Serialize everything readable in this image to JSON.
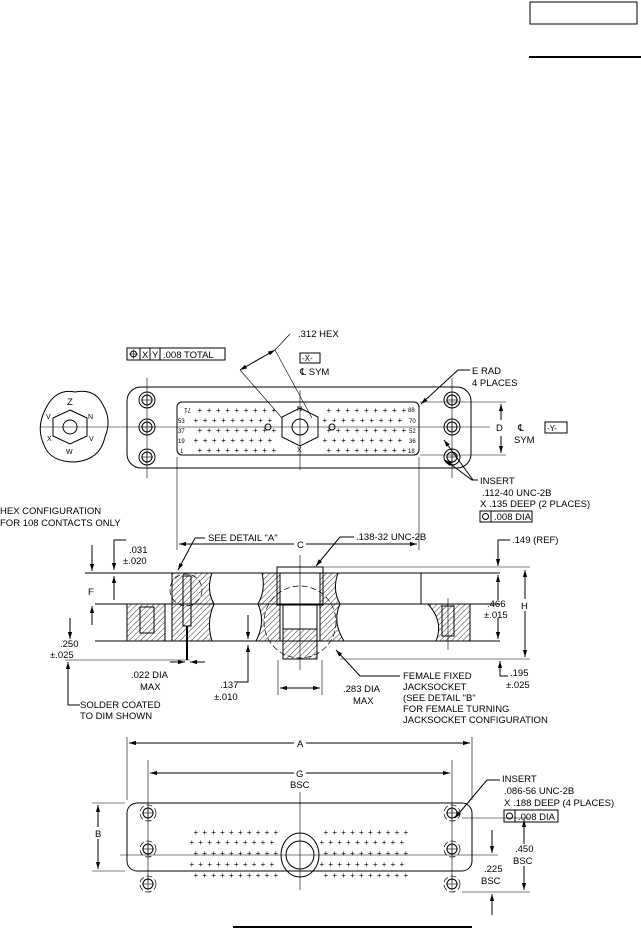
{
  "top_view": {
    "hex_label": ".312 HEX",
    "tolerance_frame": [
      "X",
      "Y",
      ".008  TOTAL"
    ],
    "datum_x": "-X-",
    "cl_sym_x": "℄ SYM",
    "e_rad": "E  RAD",
    "e_rad_places": "4 PLACES",
    "dim_c": "C",
    "dim_d": "D",
    "cl_sym_y": "℄",
    "sym_y": "SYM",
    "datum_y": "-Y-",
    "insert_label": "INSERT",
    "insert_thread": ".112-40 UNC-2B",
    "insert_depth": "X  .135 DEEP (2 PLACES)",
    "insert_tol": ".008 DIA",
    "hex_config_line1": "HEX CONFIGURATION",
    "hex_config_line2": "FOR 108 CONTACTS ONLY",
    "hex_letters": [
      "Z",
      "N",
      "V",
      "X",
      "W",
      "V"
    ],
    "contact_numbers_left": [
      "71",
      "53",
      "37",
      "19",
      "1"
    ],
    "contact_numbers_right": [
      "88",
      "70",
      "52",
      "36",
      "18"
    ],
    "center_letters": [
      "N",
      "X",
      "Z",
      "W"
    ]
  },
  "side_view": {
    "see_detail_a": "SEE DETAIL \"A\"",
    "thread_138": ".138-32 UNC-2B",
    "dim_149": ".149 (REF)",
    "dim_031": ".031",
    "dim_031_tol": "±.020",
    "dim_f": "F",
    "dim_h": "H",
    "dim_466": ".466",
    "dim_466_tol": "±.015",
    "dim_250": ".250",
    "dim_250_tol": "±.025",
    "dim_022": ".022 DIA",
    "dim_022_max": "MAX",
    "dim_137": ".137",
    "dim_137_tol": "±.010",
    "dim_283": ".283 DIA",
    "dim_283_max": "MAX",
    "dim_195": ".195",
    "dim_195_tol": "±.025",
    "solder_line1": "SOLDER COATED",
    "solder_line2": "TO DIM SHOWN",
    "female_lines": [
      "FEMALE FIXED",
      "JACKSOCKET",
      "(SEE DETAIL \"B\"",
      "FOR FEMALE TURNING",
      "JACKSOCKET CONFIGURATION"
    ]
  },
  "bottom_view": {
    "dim_a": "A",
    "dim_g": "G",
    "dim_g_bsc": "BSC",
    "dim_b": "B",
    "insert_label": "INSERT",
    "insert_thread": ".086-56 UNC-2B",
    "insert_depth": "X  .188 DEEP (4 PLACES)",
    "insert_tol": ".008 DIA",
    "dim_450": ".450",
    "dim_450_bsc": "BSC",
    "dim_225": ".225",
    "dim_225_bsc": "BSC"
  }
}
